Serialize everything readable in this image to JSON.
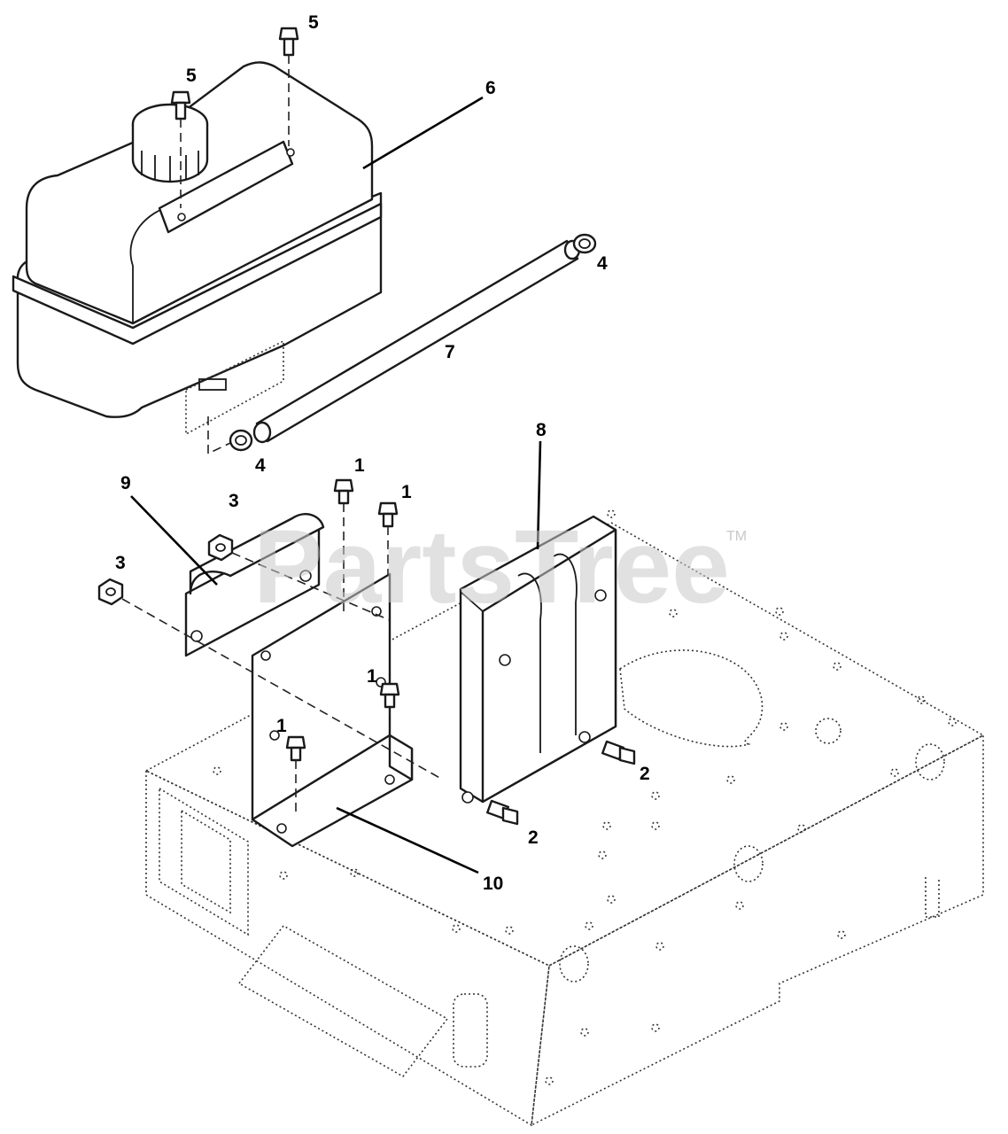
{
  "watermark": {
    "brand": "PartsTree",
    "trademark": "TM"
  },
  "callouts": {
    "bolt_tank_top_a": "5",
    "bolt_tank_top_b": "5",
    "tank": "6",
    "clamp_upper": "4",
    "fuel_line": "7",
    "clamp_lower": "4",
    "bracket_top": "9",
    "nut_a": "3",
    "nut_b": "3",
    "bolt_1a": "1",
    "bolt_1b": "1",
    "bolt_1c": "1",
    "bolt_1d": "1",
    "cover": "8",
    "bolt_2a": "2",
    "bolt_2b": "2",
    "mount_plate": "10"
  }
}
